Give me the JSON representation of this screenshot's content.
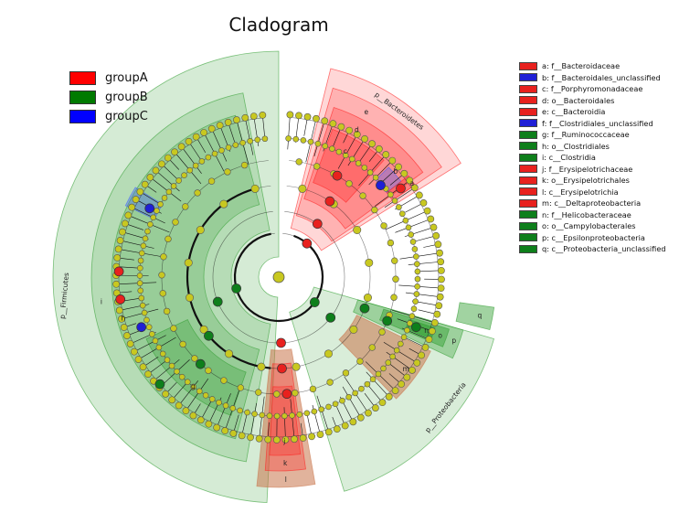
{
  "title": "Cladogram",
  "groups": [
    {
      "name": "groupA",
      "color": "#ff0000"
    },
    {
      "name": "groupB",
      "color": "#007a00"
    },
    {
      "name": "groupC",
      "color": "#0000ff"
    }
  ],
  "clades": [
    {
      "letter": "a",
      "label": "a: f__Bacteroidaceae",
      "group": "A"
    },
    {
      "letter": "b",
      "label": "b: f__Bacteroidales_unclassified",
      "group": "C"
    },
    {
      "letter": "c",
      "label": "c: f__Porphyromonadaceae",
      "group": "A"
    },
    {
      "letter": "d",
      "label": "d: o__Bacteroidales",
      "group": "A"
    },
    {
      "letter": "e",
      "label": "e: c__Bacteroidia",
      "group": "A"
    },
    {
      "letter": "f",
      "label": "f: f__Clostridiales_unclassified",
      "group": "C"
    },
    {
      "letter": "g",
      "label": "g: f__Ruminococcaceae",
      "group": "B"
    },
    {
      "letter": "h",
      "label": "h: o__Clostridiales",
      "group": "B"
    },
    {
      "letter": "i",
      "label": "i: c__Clostridia",
      "group": "B"
    },
    {
      "letter": "j",
      "label": "j: f__Erysipelotrichaceae",
      "group": "A"
    },
    {
      "letter": "k",
      "label": "k: o__Erysipelotrichales",
      "group": "A"
    },
    {
      "letter": "l",
      "label": "l: c__Erysipelotrichia",
      "group": "A"
    },
    {
      "letter": "m",
      "label": "m: c__Deltaproteobacteria",
      "group": "A"
    },
    {
      "letter": "n",
      "label": "n: f__Helicobacteraceae",
      "group": "B"
    },
    {
      "letter": "o",
      "label": "o: o__Campylobacterales",
      "group": "B"
    },
    {
      "letter": "p",
      "label": "p: c__Epsilonproteobacteria",
      "group": "B"
    },
    {
      "letter": "q",
      "label": "q: c__Proteobacteria_unclassified",
      "group": "B"
    }
  ],
  "phyla": {
    "bacteroidetes": "p__Bacteroidetes",
    "firmicutes": "p__Firmicutes",
    "proteobacteria": "p__Proteobacteria"
  }
}
